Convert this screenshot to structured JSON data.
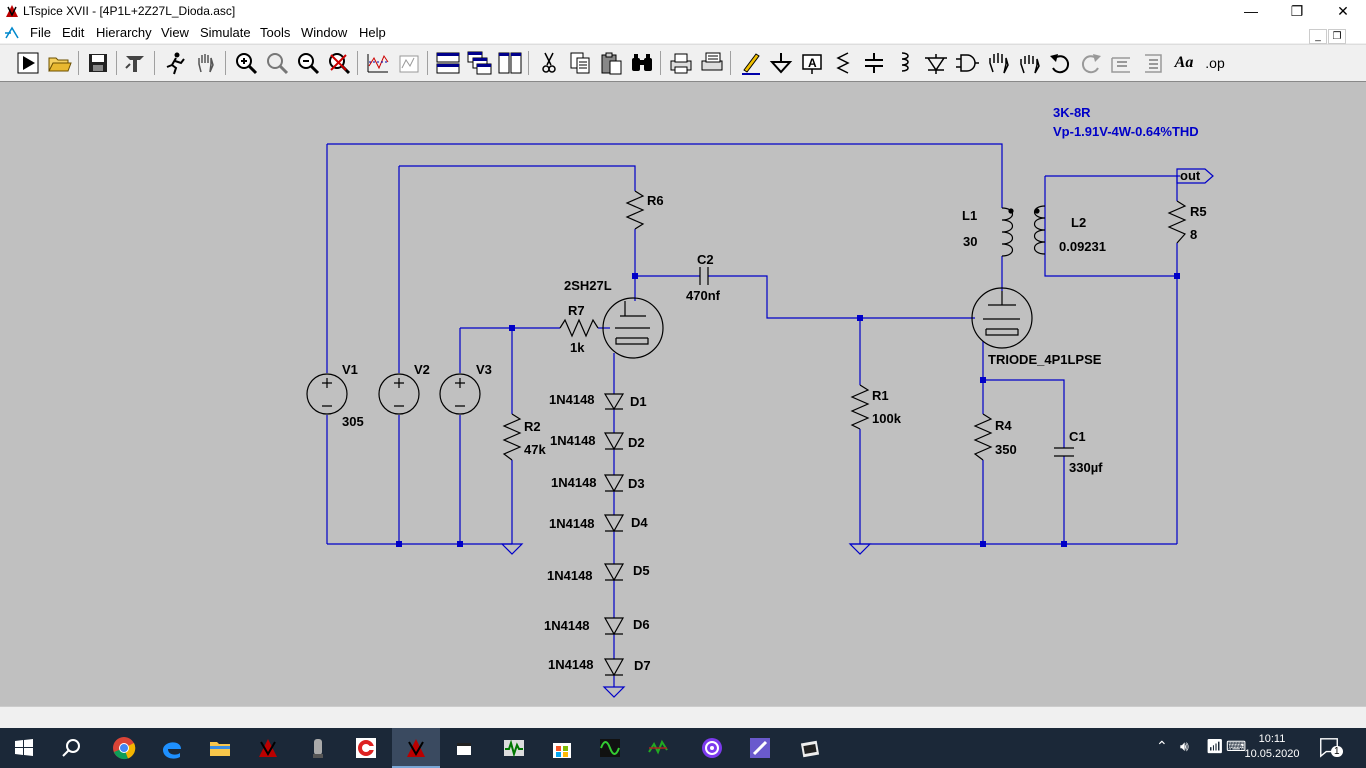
{
  "window": {
    "title": "LTspice XVII - [4P1L+2Z27L_Dioda.asc]",
    "minimize": "—",
    "maximize": "❐",
    "close": "✕"
  },
  "menu": [
    "File",
    "Edit",
    "Hierarchy",
    "View",
    "Simulate",
    "Tools",
    "Window",
    "Help"
  ],
  "toolbar": {
    "icons": [
      "run-icon",
      "open-icon",
      "save-icon",
      "control-panel-icon",
      "halt-icon",
      "pan-icon",
      "zoom-in-icon",
      "zoom-to-fit-icon",
      "zoom-out-icon",
      "zoom-cancel-icon",
      "waveform-icon",
      "autorange-icon",
      "tile-horizontal-icon",
      "cascade-icon",
      "tile-vertical-icon",
      "cut-icon",
      "copy-icon",
      "paste-icon",
      "find-icon",
      "print-icon",
      "print-setup-icon",
      "draw-wire-icon",
      "ground-icon",
      "label-net-icon",
      "resistor-icon",
      "capacitor-icon",
      "inductor-icon",
      "diode-icon",
      "component-icon",
      "move-icon",
      "drag-icon",
      "undo-icon",
      "redo-icon",
      "rotate-icon",
      "mirror-icon",
      "text-icon",
      "spice-directive-icon"
    ],
    "spice_directive_label": ".op",
    "text_label": "Aa"
  },
  "schematic": {
    "annotation_line1": "3K-8R",
    "annotation_line2": "Vp-1.91V-4W-0.64%THD",
    "components": {
      "V1": {
        "name": "V1",
        "value": "305"
      },
      "V2": {
        "name": "V2",
        "value": ""
      },
      "V3": {
        "name": "V3",
        "value": ""
      },
      "R6": {
        "name": "R6",
        "value": ""
      },
      "R7": {
        "name": "R7",
        "value": "1k"
      },
      "R2": {
        "name": "R2",
        "value": "47k"
      },
      "R1": {
        "name": "R1",
        "value": "100k"
      },
      "R4": {
        "name": "R4",
        "value": "350"
      },
      "R5": {
        "name": "R5",
        "value": "8"
      },
      "C2": {
        "name": "C2",
        "value": "470nf"
      },
      "C1": {
        "name": "C1",
        "value": "330µf"
      },
      "L1": {
        "name": "L1",
        "value": "30"
      },
      "L2": {
        "name": "L2",
        "value": "0.09231"
      },
      "tube1": {
        "model": "2SH27L"
      },
      "tube2": {
        "model": "TRIODE_4P1LPSE"
      }
    },
    "diodes": [
      {
        "name": "D1",
        "model": "1N4148"
      },
      {
        "name": "D2",
        "model": "1N4148"
      },
      {
        "name": "D3",
        "model": "1N4148"
      },
      {
        "name": "D4",
        "model": "1N4148"
      },
      {
        "name": "D5",
        "model": "1N4148"
      },
      {
        "name": "D6",
        "model": "1N4148"
      },
      {
        "name": "D7",
        "model": "1N4148"
      }
    ],
    "out_label": "out",
    "wire_color": "#0000c8"
  },
  "taskbar": {
    "time": "10:11",
    "date": "10.05.2020",
    "notification_count": "1",
    "apps": [
      "start-icon",
      "search-icon",
      "chrome-icon",
      "edge-icon",
      "explorer-icon",
      "ltspice-icon",
      "tube-app-icon",
      "c-app-icon",
      "ltspice-active-icon",
      "file-app-icon",
      "scope-app-icon",
      "store-icon",
      "wave-app-icon",
      "wave2-app-icon",
      "podcast-icon",
      "paint-icon",
      "camera-icon"
    ]
  }
}
